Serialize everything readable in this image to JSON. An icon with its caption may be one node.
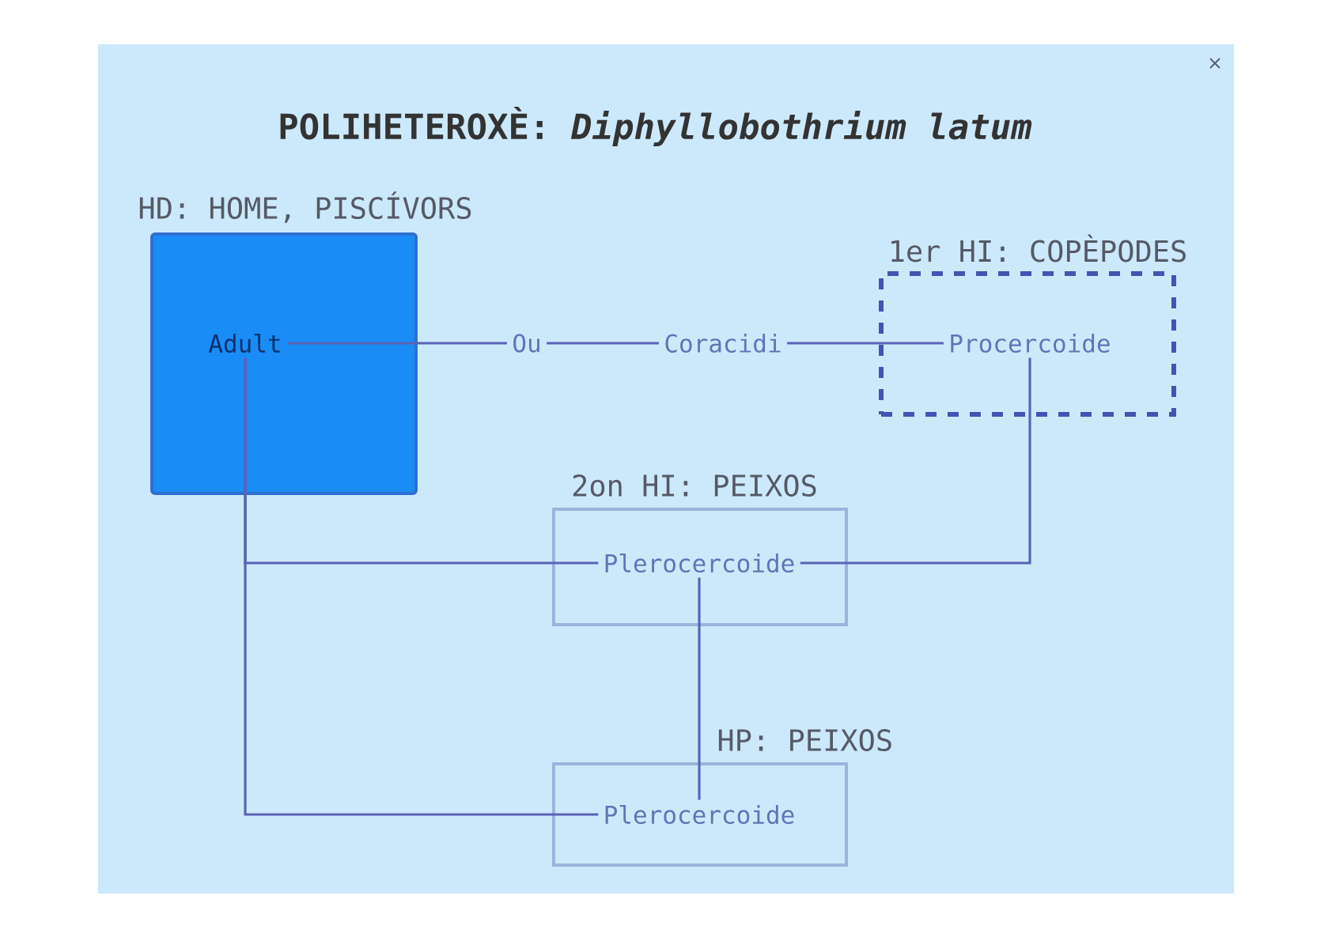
{
  "diagram": {
    "title": "POLIHETEROXÈ: *Diphyllobothrium latum*",
    "nodes": [
      {
        "text": [
          "HD: HOME, PISCÍVORS"
        ]
      },
      {
        "text": [
          "Adult"
        ],
        "in": 0
      },
      {
        "text": [
          "Ou"
        ]
      },
      {
        "text": [
          "Coracidi"
        ]
      },
      {
        "text": [
          "1er HI: COPÈPODES"
        ]
      },
      {
        "text": [
          "Procercoide"
        ],
        "in": 4
      },
      {
        "text": [
          "2on HI: PEIXOS"
        ]
      },
      {
        "text": [
          "Plerocercoide"
        ],
        "in": 6
      },
      {
        "text": [
          "HP: PEIXOS"
        ]
      },
      {
        "text": [
          "Plerocercoide"
        ],
        "in": 8
      }
    ],
    "edges": [
      {
        "from": 1,
        "to": 2,
        "arrow": "none"
      },
      {
        "from": 2,
        "to": 3,
        "arrow": "none"
      },
      {
        "from": 3,
        "to": 5,
        "arrow": "none"
      },
      {
        "from": 5,
        "to": 7,
        "arrow": "none"
      },
      {
        "from": 7,
        "to": 9,
        "arrow": "none"
      },
      {
        "from": 9,
        "to": 1,
        "arrow": "none"
      },
      {
        "from": 7,
        "to": 1,
        "arrow": "none"
      }
    ]
  }
}
